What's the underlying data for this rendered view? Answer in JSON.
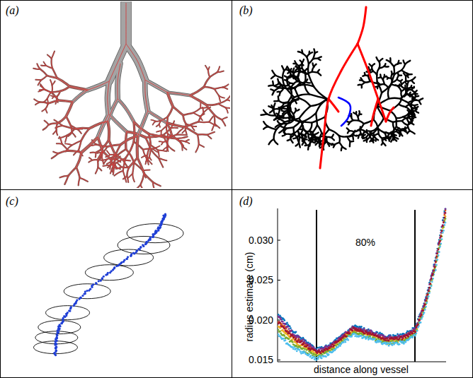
{
  "diagram": {
    "labels": [
      "(a)",
      "(b)",
      "(c)",
      "(d)",
      "0.030",
      "0.025",
      "0.020",
      "0.015",
      "radius estimate (cm)",
      "80%",
      "distance along vessel"
    ]
  }
}
